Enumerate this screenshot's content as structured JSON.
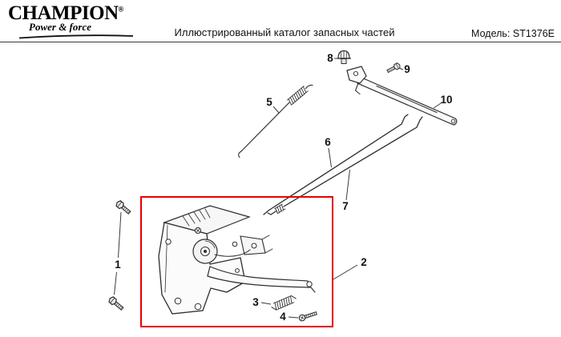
{
  "header": {
    "brand": "CHAMPION",
    "brand_reg": "®",
    "brand_sub": "Power & force",
    "title": "Иллюстрированный каталог запасных частей",
    "model_label": "Модель:",
    "model_value": "ST1376E"
  },
  "diagram": {
    "highlight_color": "#e60000",
    "callouts": [
      {
        "label": "1"
      },
      {
        "label": "2"
      },
      {
        "label": "3"
      },
      {
        "label": "4"
      },
      {
        "label": "5"
      },
      {
        "label": "6"
      },
      {
        "label": "7"
      },
      {
        "label": "8"
      },
      {
        "label": "9"
      },
      {
        "label": "10"
      }
    ]
  }
}
